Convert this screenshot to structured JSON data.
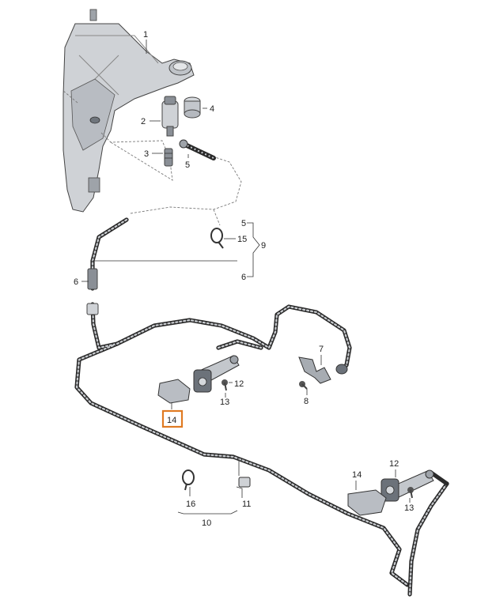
{
  "labels": {
    "p1": "1",
    "p2": "2",
    "p3": "3",
    "p4": "4",
    "p5a": "5",
    "p5b": "5",
    "p15": "15",
    "p9": "9",
    "p6a": "6",
    "p6b": "6",
    "p7": "7",
    "p8": "8",
    "p12a": "12",
    "p13a": "13",
    "p14a": "14",
    "p10": "10",
    "p11": "11",
    "p16": "16",
    "p14b": "14",
    "p12b": "12",
    "p13b": "13"
  },
  "colors": {
    "highlight": "#e07a22",
    "part_fill": "#cfd2d6",
    "hose": "#2a2a2a"
  }
}
